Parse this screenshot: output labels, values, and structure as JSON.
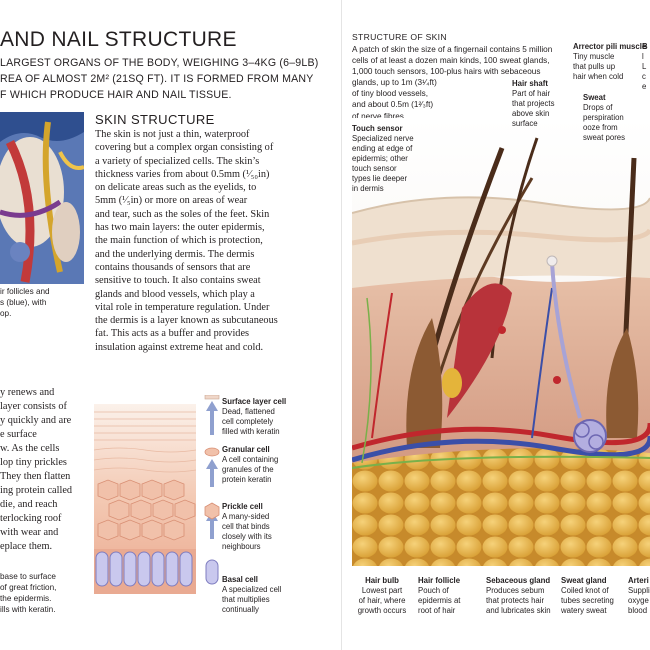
{
  "page_title": "AND NAIL STRUCTURE",
  "intro_lines": [
    "LARGEST ORGANS OF THE BODY, WEIGHING 3–4KG (6–9LB)",
    "REA OF ALMOST 2M² (21SQ FT). IT IS FORMED FROM MANY",
    "F WHICH PRODUCE HAIR AND NAIL TISSUE."
  ],
  "micrograph": {
    "caption_lines": [
      "ir follicles and",
      "s (blue), with",
      "op."
    ]
  },
  "skin_structure": {
    "heading": "SKIN STRUCTURE",
    "body_lines": [
      "The skin is not just a thin, waterproof",
      "covering but a complex organ consisting of",
      "a variety of specialized cells. The skin’s",
      "thickness varies from about 0.5mm (¹⁄₅₀in)",
      "on delicate areas such as the eyelids, to",
      "5mm (¹⁄₅in) or more on areas of wear",
      "and tear, such as the soles of the feet. Skin",
      "has two main layers: the outer epidermis,",
      "the main function of which is protection,",
      "and the underlying dermis. The dermis",
      "contains thousands of sensors that are",
      "sensitive to touch. It also contains sweat",
      "glands and blood vessels, which play a",
      "vital role in temperature regulation. Under",
      "the dermis is a layer known as subcutaneous",
      "fat. This acts as a buffer and provides",
      "insulation against extreme heat and cold."
    ]
  },
  "renewal": {
    "body_lines": [
      "y renews and",
      "layer consists of",
      "y quickly and are",
      "e surface",
      "w. As the cells",
      "lop tiny prickles",
      "They then flatten",
      "ing protein called",
      "die, and reach",
      "terlocking roof",
      "with wear and",
      "eplace them."
    ],
    "caption_lines": [
      "base to surface",
      "of great friction,",
      "the epidermis.",
      "ills with keratin."
    ]
  },
  "cell_layers": [
    {
      "name": "Surface layer cell",
      "lines": [
        "Dead, flattened",
        "cell completely",
        "filled with keratin"
      ]
    },
    {
      "name": "Granular cell",
      "lines": [
        "A cell containing",
        "granules of the",
        "protein keratin"
      ]
    },
    {
      "name": "Prickle cell",
      "lines": [
        "A many-sided",
        "cell that binds",
        "closely with its",
        "neighbours"
      ]
    },
    {
      "name": "Basal cell",
      "lines": [
        "A specialized cell",
        "that multiplies",
        "continually"
      ]
    }
  ],
  "structure_of_skin": {
    "heading": "STRUCTURE OF SKIN",
    "body_lines": [
      "A patch of skin the size of a fingernail contains 5 million",
      "cells of at least a dozen main kinds, 100 sweat glands,",
      "1,000 touch sensors, 100-plus hairs with sebaceous",
      "glands, up to 1m (3¹⁄₄ft)",
      "of tiny blood vessels,",
      "and about 0.5m (1²⁄₃ft)",
      "of nerve fibres."
    ]
  },
  "callouts": {
    "arrector": {
      "name": "Arrector pili muscle",
      "lines": [
        "Tiny muscle",
        "that pulls up",
        "hair when cold"
      ]
    },
    "b_cut": {
      "name": "B",
      "lines": [
        "l",
        "L",
        "c",
        "e"
      ]
    },
    "sweat": {
      "name": "Sweat",
      "lines": [
        "Drops of",
        "perspiration",
        "ooze from",
        "sweat pores"
      ]
    },
    "hair_shaft": {
      "name": "Hair shaft",
      "lines": [
        "Part of hair",
        "that projects",
        "above skin",
        "surface"
      ]
    },
    "touch_sensor": {
      "name": "Touch sensor",
      "lines": [
        "Specialized nerve",
        "ending at edge of",
        "epidermis; other",
        "touch sensor",
        "types lie deeper",
        "in dermis"
      ]
    }
  },
  "bottom_labels": [
    {
      "name": "Hair bulb",
      "lines": [
        "Lowest part",
        "of hair, where",
        "growth occurs"
      ]
    },
    {
      "name": "Hair follicle",
      "lines": [
        "Pouch of",
        "epidermis at",
        "root of hair"
      ]
    },
    {
      "name": "Sebaceous gland",
      "lines": [
        "Produces sebum",
        "that protects hair",
        "and lubricates skin"
      ]
    },
    {
      "name": "Sweat gland",
      "lines": [
        "Coiled knot of",
        "tubes secreting",
        "watery sweat"
      ]
    },
    {
      "name": "Arteri",
      "lines": [
        "Suppli",
        "oxyge",
        "blood"
      ]
    }
  ],
  "colors": {
    "text": "#231f20",
    "fat": "#e2b24a",
    "dermis": "#d9a48a",
    "epidermis": "#efe0cf",
    "artery": "#c0272d",
    "vein": "#3b4fa8",
    "nerve": "#79b04a"
  }
}
